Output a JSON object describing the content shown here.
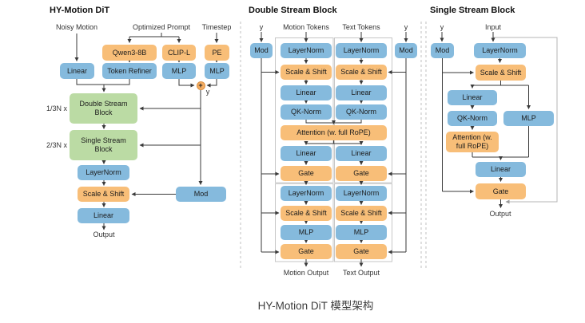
{
  "caption": "HY-Motion DiT 模型架构",
  "colors": {
    "blue": "#85BADD",
    "orange": "#F8BE78",
    "green": "#BBDBA4",
    "wire": "#3a3a3a",
    "skip": "#c4c4c4"
  },
  "left": {
    "title": "HY-Motion DiT",
    "noisy_motion": "Noisy Motion",
    "optimized_prompt": "Optimized Prompt",
    "timestep": "Timestep",
    "qwen": "Qwen3-8B",
    "clip": "CLIP-L",
    "pe": "PE",
    "linear_top": "Linear",
    "token_refiner": "Token Refiner",
    "mlp_clip": "MLP",
    "mlp_pe": "MLP",
    "plus": "+",
    "y_label": "y",
    "double_stream": "Double Stream Block",
    "single_stream": "Single Stream Block",
    "double_mult": "1/3N x",
    "single_mult": "2/3N x",
    "layernorm": "LayerNorm",
    "scale_shift": "Scale & Shift",
    "linear_bottom": "Linear",
    "mod": "Mod",
    "output": "Output"
  },
  "double": {
    "title": "Double Stream Block",
    "y_left": "y",
    "y_right": "y",
    "motion_tokens": "Motion Tokens",
    "text_tokens": "Text Tokens",
    "mod_left": "Mod",
    "mod_right": "Mod",
    "attention": "Attention (w. full RoPE)",
    "motion": [
      "LayerNorm",
      "Scale & Shift",
      "Linear",
      "QK-Norm",
      "Linear",
      "Gate",
      "LayerNorm",
      "Scale & Shift",
      "MLP",
      "Gate"
    ],
    "text": [
      "LayerNorm",
      "Scale & Shift",
      "Linear",
      "QK-Norm",
      "Linear",
      "Gate",
      "LayerNorm",
      "Scale & Shift",
      "MLP",
      "Gate"
    ],
    "motion_output": "Motion Output",
    "text_output": "Text Output"
  },
  "single": {
    "title": "Single Stream Block",
    "y": "y",
    "input": "Input",
    "mod": "Mod",
    "layernorm": "LayerNorm",
    "scale_shift": "Scale & Shift",
    "linear1": "Linear",
    "qk_norm": "QK-Norm",
    "mlp": "MLP",
    "attention": "Attention (w. full RoPE)",
    "linear2": "Linear",
    "gate": "Gate",
    "output": "Output"
  }
}
